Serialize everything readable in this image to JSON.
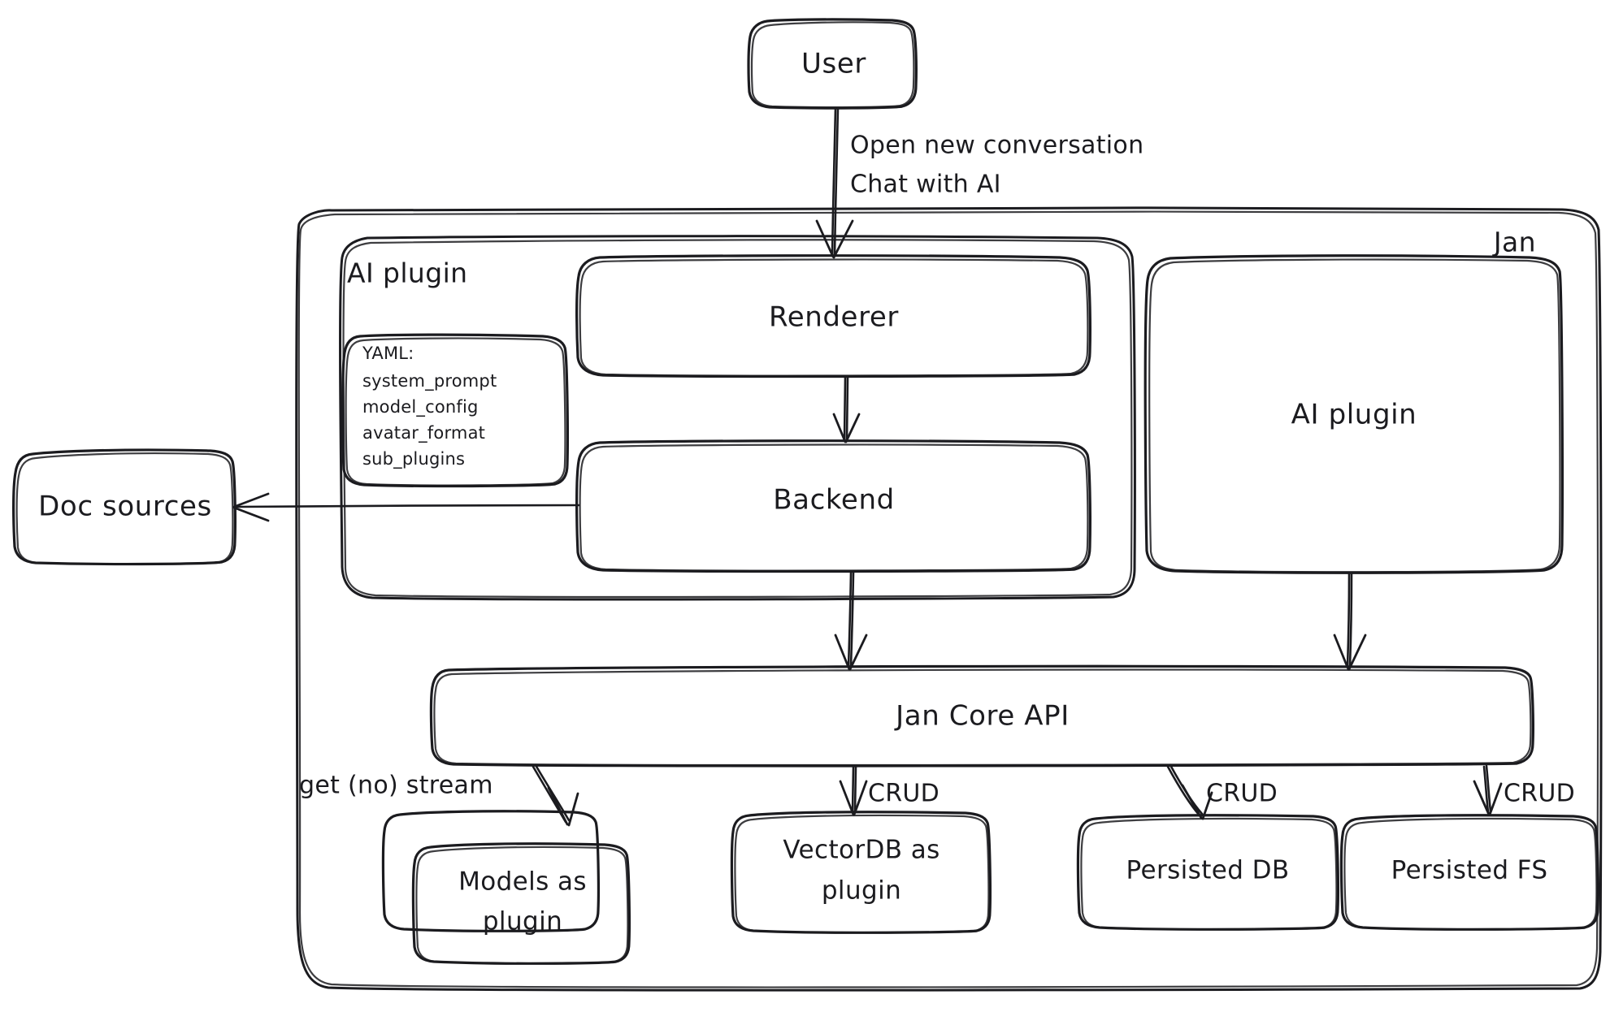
{
  "diagram": {
    "title": "Jan architecture diagram",
    "style": "hand-drawn excalidraw",
    "background": "#ffffff",
    "stroke_color": "#1b1b1f"
  },
  "containers": {
    "jan": {
      "label": "Jan"
    },
    "ai_plugin_group": {
      "label": "AI plugin"
    }
  },
  "nodes": {
    "user": {
      "label": "User"
    },
    "renderer": {
      "label": "Renderer"
    },
    "backend": {
      "label": "Backend"
    },
    "ai_plugin_box": {
      "label": "AI plugin"
    },
    "doc_sources": {
      "label": "Doc sources"
    },
    "jan_core_api": {
      "label": "Jan Core API"
    },
    "models_plugin": {
      "label_line1": "Models as",
      "label_line2": "plugin"
    },
    "vectordb_plugin": {
      "label_line1": "VectorDB as",
      "label_line2": "plugin"
    },
    "persisted_db": {
      "label": "Persisted DB"
    },
    "persisted_fs": {
      "label": "Persisted FS"
    }
  },
  "yaml_card": {
    "lines": [
      "YAML:",
      "system_prompt",
      "model_config",
      "avatar_format",
      "sub_plugins"
    ]
  },
  "edges": {
    "user_to_renderer": {
      "label_line1": "Open new conversation",
      "label_line2": "Chat with AI"
    },
    "api_to_models": {
      "label": "get (no) stream"
    },
    "api_to_vectordb": {
      "label": "CRUD"
    },
    "api_to_persisted_db": {
      "label": "CRUD"
    },
    "api_to_persisted_fs": {
      "label": "CRUD"
    },
    "renderer_to_backend": {
      "label": ""
    },
    "backend_to_doc_sources": {
      "label": ""
    },
    "backend_to_api": {
      "label": ""
    },
    "ai_plugin_to_api": {
      "label": ""
    }
  }
}
